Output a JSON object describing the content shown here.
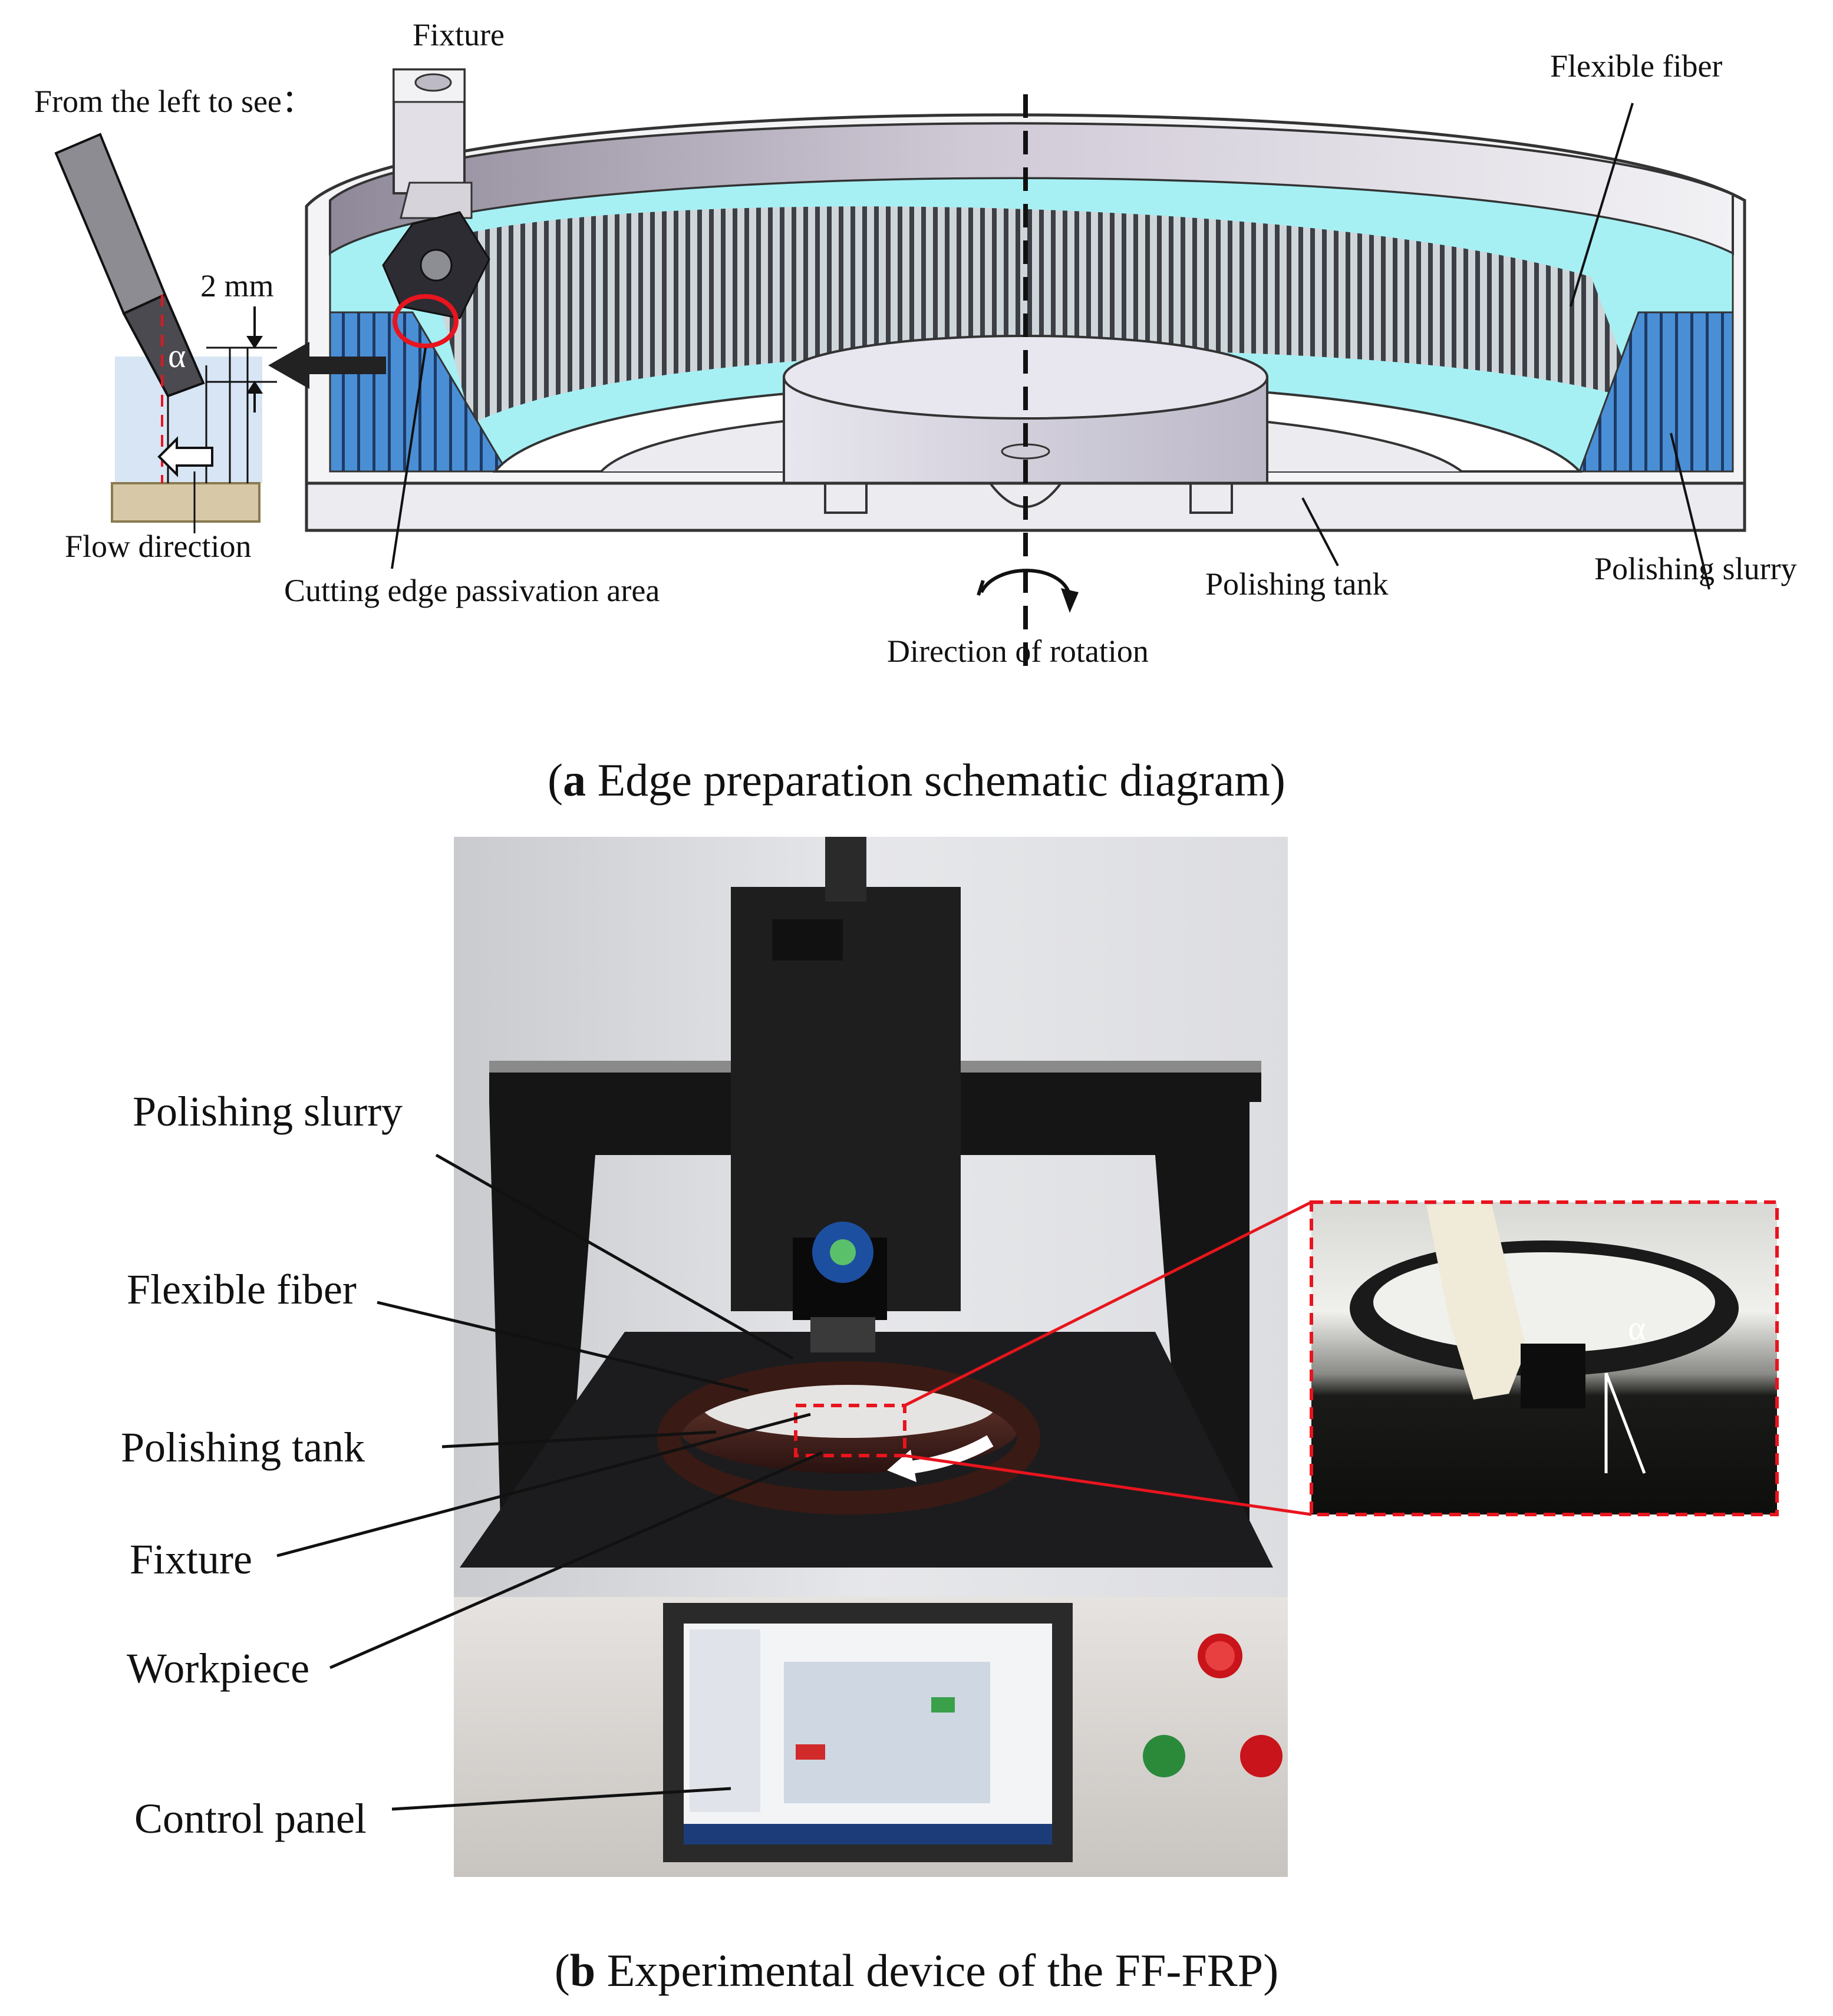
{
  "panel_a": {
    "caption_letter": "a",
    "caption_text": " Edge preparation schematic diagram",
    "labels": {
      "fixture": "Fixture",
      "from_left": "From the left to see：",
      "flexible_fiber": "Flexible fiber",
      "two_mm": "2 mm",
      "alpha": "α",
      "flow_direction": "Flow direction",
      "cutting_edge": "Cutting edge passivation area",
      "polishing_tank": "Polishing tank",
      "polishing_slurry": "Polishing slurry",
      "direction_rotation": "Direction of rotation"
    }
  },
  "panel_b": {
    "caption_letter": "b",
    "caption_text": " Experimental device of the FF-FRP",
    "labels": {
      "polishing_slurry": "Polishing slurry",
      "flexible_fiber": "Flexible fiber",
      "polishing_tank": "Polishing tank",
      "fixture": "Fixture",
      "workpiece": "Workpiece",
      "control_panel": "Control panel",
      "alpha": "α"
    }
  },
  "colors": {
    "slurry_cyan": "#a6f0f4",
    "slurry_blue": "#4a8fd6",
    "tank_grey": "#e6e6ea",
    "fiber_dark": "#3a3a40",
    "highlight_red": "#e8141e",
    "machine_black": "#151515"
  }
}
